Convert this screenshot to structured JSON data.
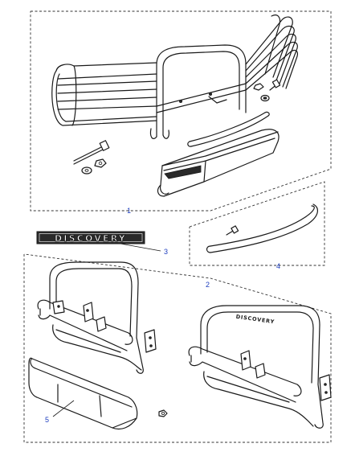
{
  "callouts": {
    "grille_guard": "1",
    "a_bar": "2",
    "decal": "3",
    "side_bar": "4",
    "lower_guard": "5"
  },
  "decal_text": "DISCOVERY",
  "a_bar_badge_text": "DISCOVERY"
}
